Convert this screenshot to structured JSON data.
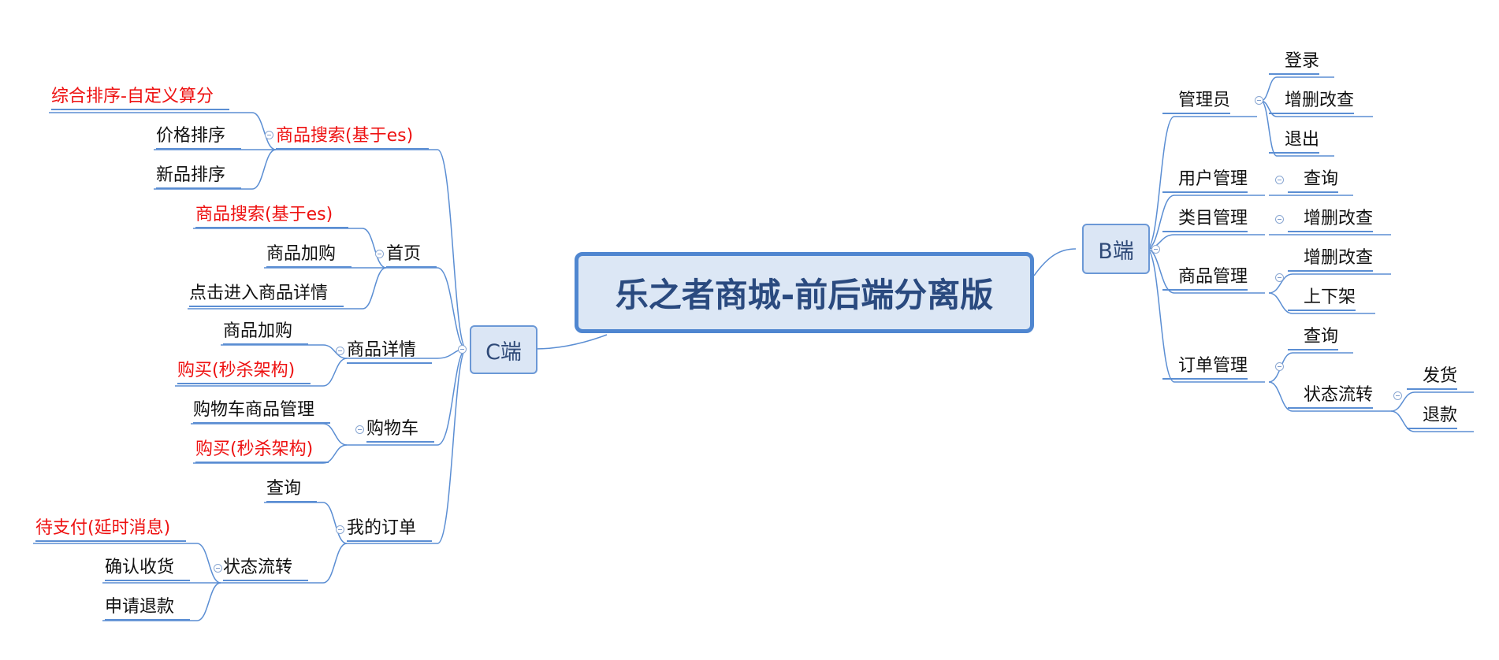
{
  "root": {
    "label": "乐之者商城-前后端分离版"
  },
  "c_side": {
    "label": "C端",
    "groups": {
      "search": {
        "label": "商品搜索(基于es)",
        "items": [
          "综合排序-自定义算分",
          "价格排序",
          "新品排序"
        ]
      },
      "home": {
        "label": "首页",
        "items": [
          "商品搜索(基于es)",
          "商品加购",
          "点击进入商品详情"
        ]
      },
      "detail": {
        "label": "商品详情",
        "items": [
          "商品加购",
          "购买(秒杀架构)"
        ]
      },
      "cart": {
        "label": "购物车",
        "items": [
          "购物车商品管理",
          "购买(秒杀架构)"
        ]
      },
      "orders": {
        "label": "我的订单",
        "query": "查询",
        "flow": {
          "label": "状态流转",
          "items": [
            "待支付(延时消息)",
            "确认收货",
            "申请退款"
          ]
        }
      }
    }
  },
  "b_side": {
    "label": "B端",
    "groups": {
      "admin": {
        "label": "管理员",
        "items": [
          "登录",
          "增删改查",
          "退出"
        ]
      },
      "users": {
        "label": "用户管理",
        "items": [
          "查询"
        ]
      },
      "category": {
        "label": "类目管理",
        "items": [
          "增删改查"
        ]
      },
      "goods": {
        "label": "商品管理",
        "items": [
          "增删改查",
          "上下架"
        ]
      },
      "order": {
        "label": "订单管理",
        "query": "查询",
        "flow": {
          "label": "状态流转",
          "items": [
            "发货",
            "退款"
          ]
        }
      }
    }
  },
  "colors": {
    "highlight_text": "#ee1111",
    "line": "#5b8ed3",
    "root_fill": "#dce7f5",
    "root_text": "#2a4a7f"
  }
}
